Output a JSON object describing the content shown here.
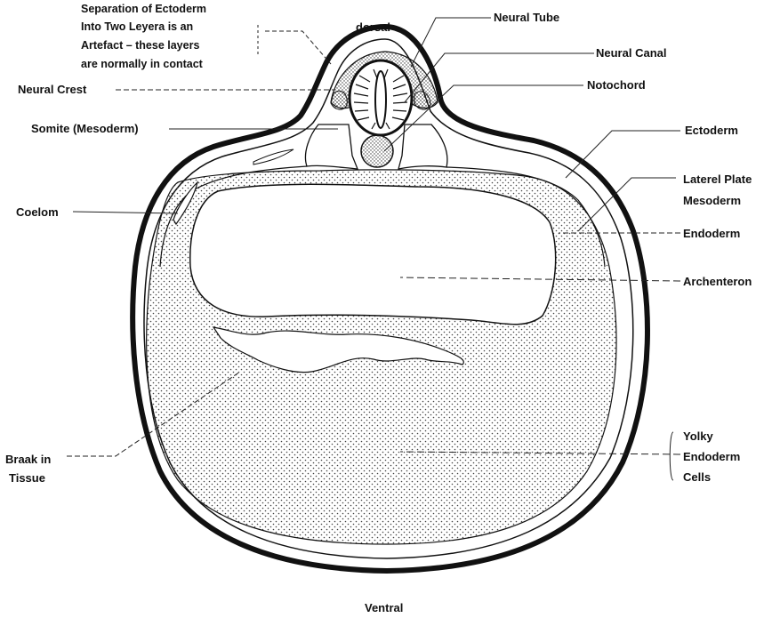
{
  "orientation": {
    "top": "dorsal",
    "bottom": "Ventral"
  },
  "note": {
    "line1": "Separation  of Ectoderm",
    "line2": "Into   Two Leyera is an",
    "line3": "Artefact  –  these layers",
    "line4": "are normally in contact"
  },
  "labels": {
    "neural_tube": "Neural Tube",
    "neural_canal": "Neural Canal",
    "notochord": "Notochord",
    "ectoderm": "Ectoderm",
    "lateral_plate_1": "Laterel Plate",
    "lateral_plate_2": "Mesoderm",
    "endoderm": "Endoderm",
    "archenteron": "Archenteron",
    "yolky_1": "Yolky",
    "yolky_2": "Endoderm",
    "yolky_3": "Cells",
    "neural_crest": "Neural Crest",
    "somite": "Somite (Mesoderm)",
    "coelom": "Coelom",
    "break_1": "Braak in",
    "break_2": "Tissue"
  },
  "colors": {
    "ink": "#111111",
    "paper": "#ffffff",
    "stipple": "#444444"
  }
}
